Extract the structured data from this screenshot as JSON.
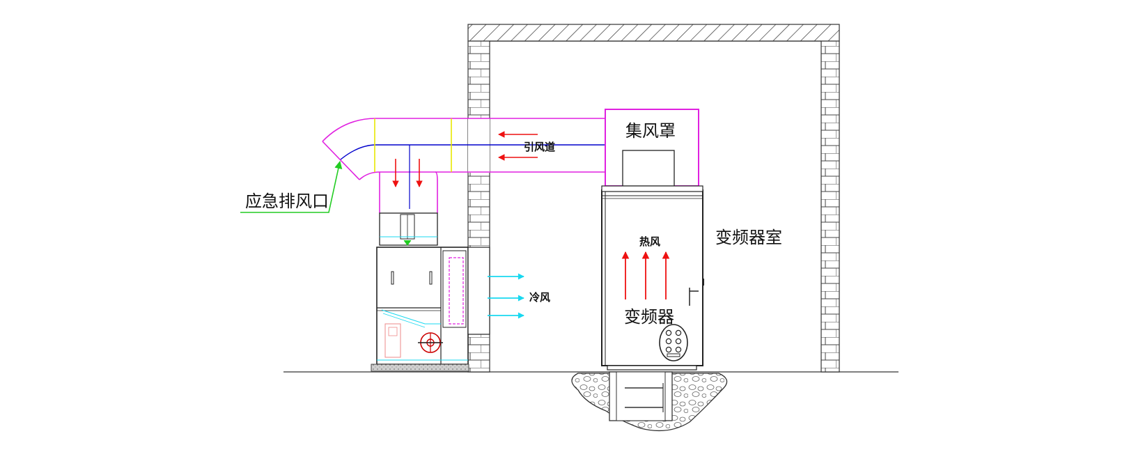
{
  "labels": {
    "emergency_exhaust": "应急排风口",
    "air_duct": "引风道",
    "collector_hood": "集风罩",
    "hot_air": "热风",
    "inverter": "变频器",
    "inverter_room": "变频器室",
    "cold_air": "冷风"
  },
  "colors": {
    "duct": "#e020e0",
    "duct_center": "#0000cc",
    "hot_arrow": "#ee1111",
    "cold_arrow": "#18d8f0",
    "leader": "#22cc22",
    "joint": "#e8e800",
    "wall": "#333333"
  },
  "icons": {
    "brick_wall": "brick-wall-icon",
    "ground": "ground-hatch-icon",
    "fan": "fan-icon"
  }
}
